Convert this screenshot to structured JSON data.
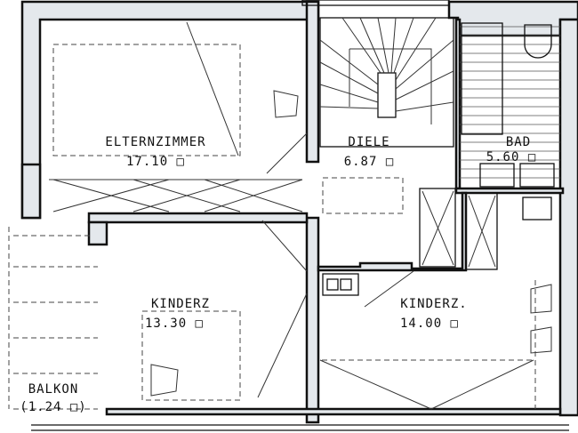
{
  "rooms": {
    "elternzimmer": {
      "name": "ELTERNZIMMER",
      "area": "17.10 □"
    },
    "diele": {
      "name": "DIELE",
      "area": "6.87 □"
    },
    "bad": {
      "name": "BAD",
      "area": "5.60 □"
    },
    "kinderz_left": {
      "name": "KINDERZ",
      "area": "13.30 □"
    },
    "kinderz_right": {
      "name": "KINDERZ.",
      "area": "14.00 □"
    },
    "balkon": {
      "name": "BALKON",
      "area": "(1.24 □)"
    }
  }
}
